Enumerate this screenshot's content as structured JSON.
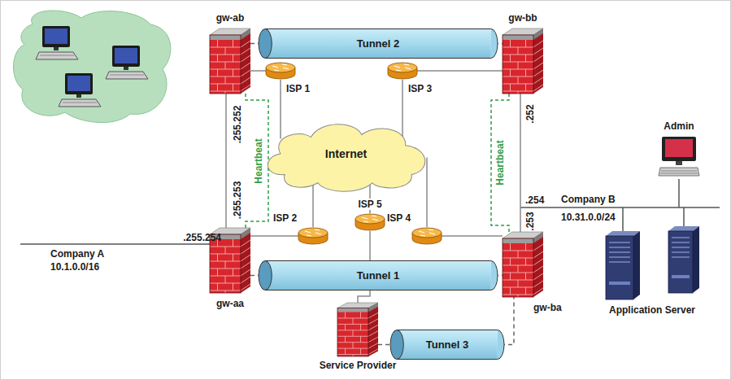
{
  "diagram": {
    "nodes": [
      {
        "text": [
          "gw-ab"
        ]
      },
      {
        "text": [
          "Tunnel 2"
        ]
      },
      {
        "text": [
          "gw-bb"
        ]
      },
      {
        "text": [
          "ISP 1"
        ]
      },
      {
        "text": [
          "ISP 3"
        ]
      },
      {
        "text": [
          "Internet"
        ]
      },
      {
        "text": [
          "Admin"
        ]
      },
      {
        "text": [
          "ISP 5"
        ]
      },
      {
        "text": [
          "ISP 2"
        ]
      },
      {
        "text": [
          "ISP 4"
        ]
      },
      {
        "text": [
          "gw-aa"
        ]
      },
      {
        "text": [
          "Tunnel 1"
        ]
      },
      {
        "text": [
          "gw-ba"
        ]
      },
      {
        "text": [
          "Application Server"
        ]
      },
      {
        "text": [
          "Tunnel 3"
        ]
      },
      {
        "text": [
          "Service Provider"
        ]
      }
    ],
    "edges": [
      {
        "from": 0,
        "to": 1,
        "arrow": "none"
      },
      {
        "from": 1,
        "to": 2,
        "arrow": "none"
      },
      {
        "from": 0,
        "to": 3,
        "arrow": "none"
      },
      {
        "from": 3,
        "to": 5,
        "arrow": "none"
      },
      {
        "from": 2,
        "to": 4,
        "arrow": "none"
      },
      {
        "from": 4,
        "to": 5,
        "arrow": "none"
      },
      {
        "from": 7,
        "to": 5,
        "arrow": "none"
      },
      {
        "from": 8,
        "to": 5,
        "arrow": "none"
      },
      {
        "from": 9,
        "to": 5,
        "arrow": "none"
      },
      {
        "from": 10,
        "to": 8,
        "arrow": "none"
      },
      {
        "from": 12,
        "to": 9,
        "arrow": "none"
      },
      {
        "from": 10,
        "to": 11,
        "arrow": "none"
      },
      {
        "from": 11,
        "to": 12,
        "arrow": "none"
      },
      {
        "from": 7,
        "to": 15,
        "arrow": "none"
      },
      {
        "from": 15,
        "to": 14,
        "arrow": "none"
      },
      {
        "from": 14,
        "to": 12,
        "arrow": "none"
      },
      {
        "from": 0,
        "to": 10,
        "arrow": "none"
      },
      {
        "from": 0,
        "to": 10,
        "label": "Heartbeat",
        "arrow": "none"
      },
      {
        "from": 2,
        "to": 12,
        "arrow": "none"
      },
      {
        "from": 2,
        "to": 12,
        "label": "Heartbeat",
        "arrow": "none"
      }
    ],
    "labels": [
      ".255.252",
      ".255.253",
      ".255.254",
      "Company A",
      "10.1.0.0/16",
      ".252",
      ".254",
      ".253",
      "Company B",
      "10.31.0.0/24"
    ]
  }
}
